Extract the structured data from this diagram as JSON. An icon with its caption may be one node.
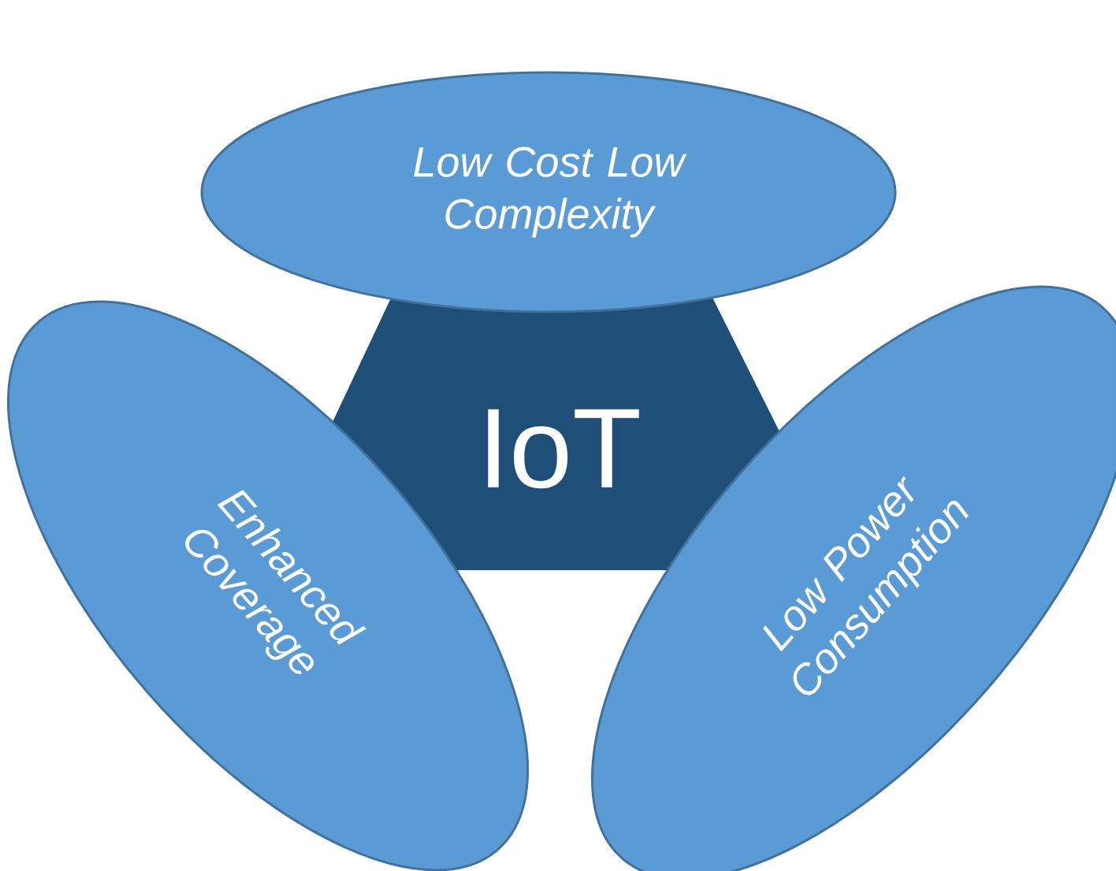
{
  "diagram": {
    "nodes": [
      {
        "text": [
          "Low Cost Low Complexity"
        ]
      },
      {
        "text": [
          "Enhanced Coverage"
        ]
      },
      {
        "text": [
          "IoT"
        ]
      },
      {
        "text": [
          "Low Power Consumption"
        ]
      }
    ]
  }
}
